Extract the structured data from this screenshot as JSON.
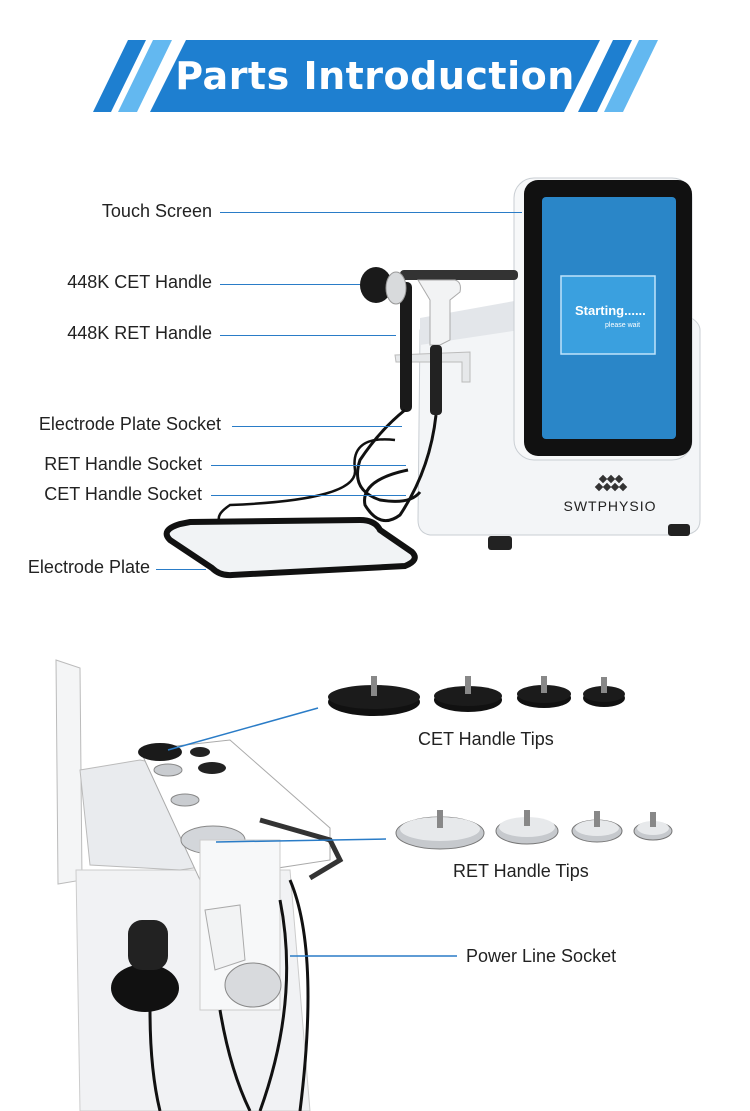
{
  "header": {
    "title": "Parts Introduction"
  },
  "colors": {
    "banner_blue": "#1e7fd0",
    "banner_light": "#63b8f0",
    "leader_line": "#2a7cc7",
    "screen_blue": "#2a86c8"
  },
  "device": {
    "screen_text": "Starting......",
    "screen_subtext": "please wait",
    "brand": "SWTPHYSIO"
  },
  "top_labels": [
    "Touch Screen",
    "448K CET Handle",
    "448K RET Handle",
    "Electrode Plate Socket",
    "RET Handle Socket",
    "CET Handle Socket",
    "Electrode Plate"
  ],
  "bottom_labels": {
    "cet_tips": "CET Handle Tips",
    "ret_tips": "RET Handle Tips",
    "power_socket": "Power Line Socket"
  }
}
